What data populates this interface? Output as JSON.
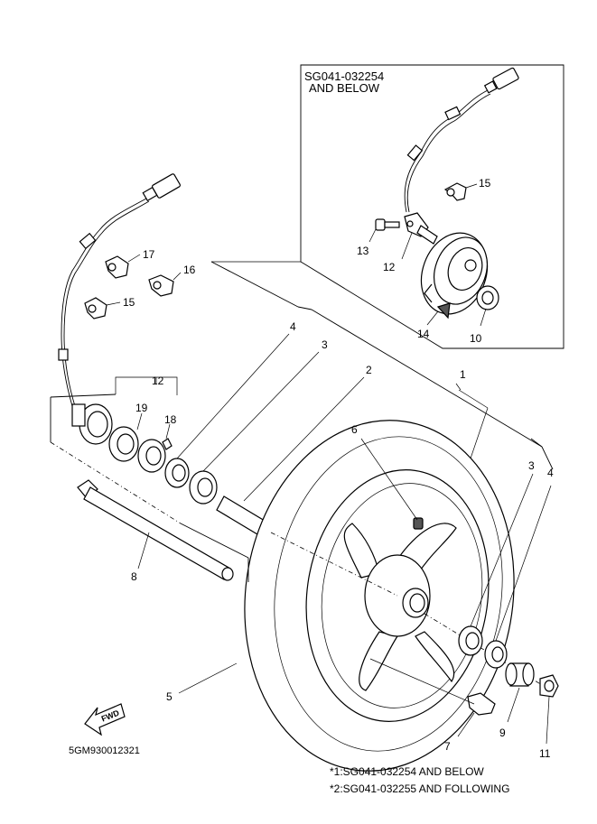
{
  "inset": {
    "line1": "SG041-032254",
    "line2": "AND BELOW"
  },
  "callouts": {
    "c1": "1",
    "c2": "2",
    "c3a": "3",
    "c3b": "3",
    "c4a": "4",
    "c4b": "4",
    "c5": "5",
    "c6": "6",
    "c7": "7",
    "c8": "8",
    "c9": "9",
    "c10": "10",
    "c11": "11",
    "c12a": "12",
    "c12b": "12",
    "c13": "13",
    "c14": "14",
    "c15a": "15",
    "c15b": "15",
    "c16": "16",
    "c17": "17",
    "c18": "18",
    "c19": "19"
  },
  "fwd_label": "FWD",
  "diagram_code": "5GM930012321",
  "notes": {
    "n1": "*1:SG041-032254 AND BELOW",
    "n2": "*2:SG041-032255 AND FOLLOWING"
  }
}
